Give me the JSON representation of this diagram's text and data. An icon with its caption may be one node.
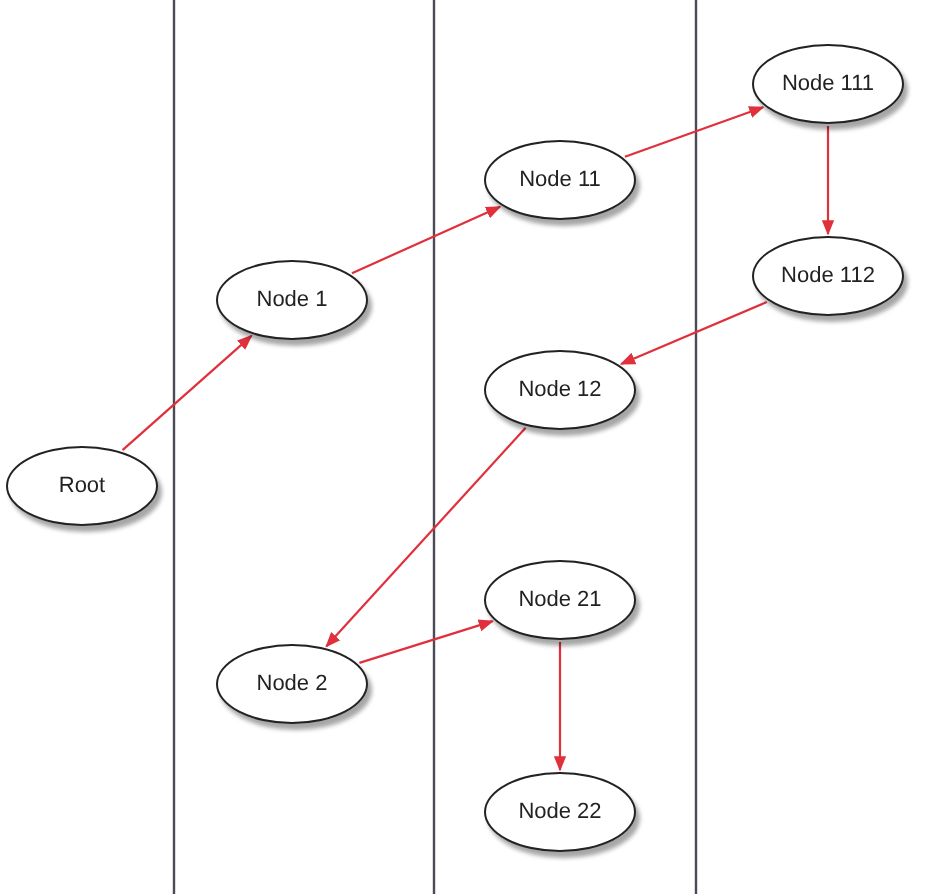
{
  "diagram": {
    "nodes": [
      {
        "text": [
          "Root"
        ]
      },
      {
        "text": [
          "Node 1"
        ]
      },
      {
        "text": [
          "Node 11"
        ]
      },
      {
        "text": [
          "Node 111"
        ]
      },
      {
        "text": [
          "Node 112"
        ]
      },
      {
        "text": [
          "Node 12"
        ]
      },
      {
        "text": [
          "Node 2"
        ]
      },
      {
        "text": [
          "Node 21"
        ]
      },
      {
        "text": [
          "Node 22"
        ]
      }
    ],
    "edges": [
      {
        "from": 0,
        "to": 1,
        "arrow": "to"
      },
      {
        "from": 1,
        "to": 2,
        "arrow": "to"
      },
      {
        "from": 2,
        "to": 3,
        "arrow": "to"
      },
      {
        "from": 3,
        "to": 4,
        "arrow": "to"
      },
      {
        "from": 4,
        "to": 5,
        "arrow": "to"
      },
      {
        "from": 5,
        "to": 6,
        "arrow": "to"
      },
      {
        "from": 6,
        "to": 7,
        "arrow": "to"
      },
      {
        "from": 7,
        "to": 8,
        "arrow": "to"
      }
    ]
  }
}
